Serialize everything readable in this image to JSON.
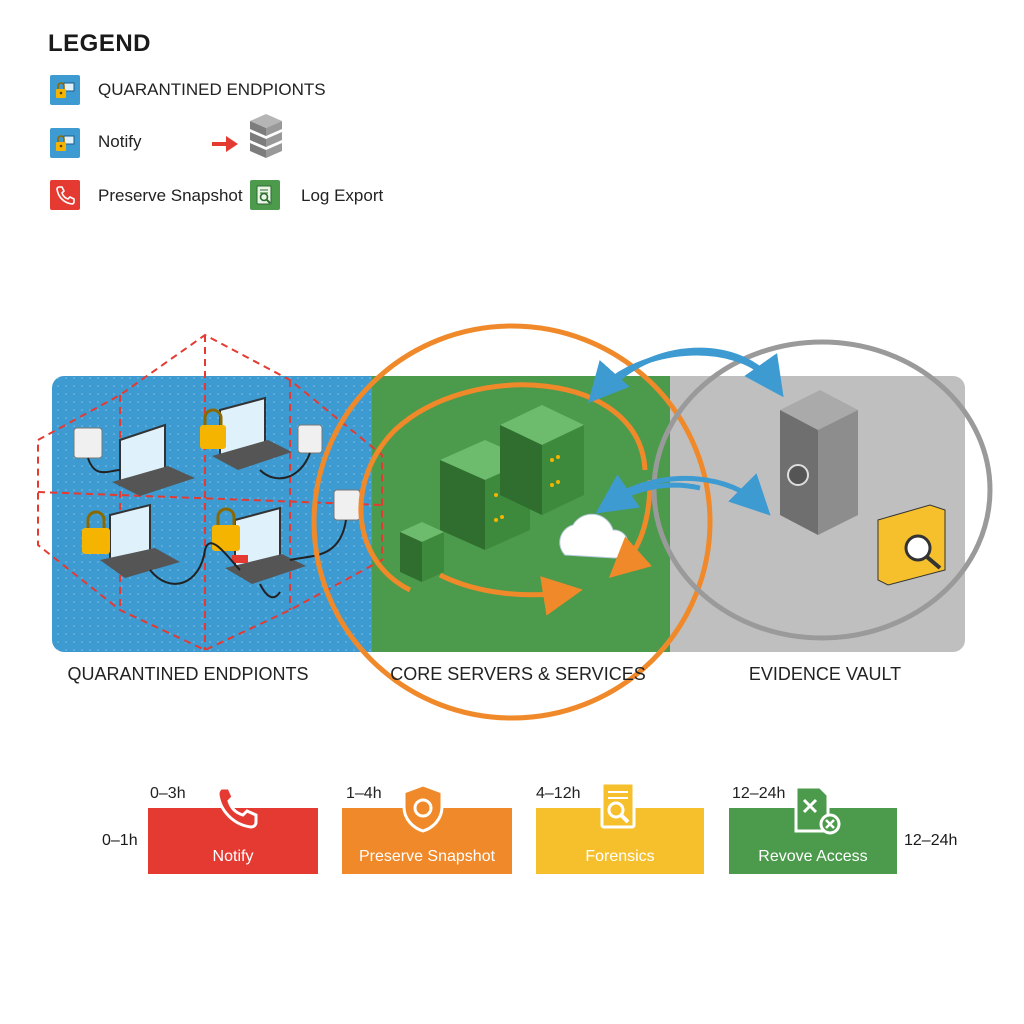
{
  "legend": {
    "title": "LEGEND",
    "items": [
      {
        "label": "QUARANTINED ENDPIONTS",
        "icon": "padlock-laptop-icon",
        "color": "#3d9bd2"
      },
      {
        "label": "Notify",
        "icon": "padlock-laptop-icon",
        "color": "#3d9bd2"
      },
      {
        "label": "Preserve Snapshot",
        "icon": "phone-icon",
        "color": "#e53a32"
      },
      {
        "label": "Log Export",
        "icon": "document-search-icon",
        "color": "#4c9a4c"
      }
    ],
    "arrow_icon": "red-arrow-icon",
    "server_icon": "server-stack-icon"
  },
  "zones": [
    {
      "label": "QUARANTINED ENDPIONTS",
      "color": "#3d9bd2"
    },
    {
      "label": "CORE SERVERS & SERVICES",
      "color": "#4c9a4c"
    },
    {
      "label": "EVIDENCE VAULT",
      "color": "#bfbfbf"
    }
  ],
  "timeline": {
    "start_label": "0–1h",
    "end_label": "12–24h",
    "steps": [
      {
        "time": "0–3h",
        "label": "Notify",
        "color": "#e53a32",
        "icon": "phone-icon"
      },
      {
        "time": "1–4h",
        "label": "Preserve Snapshot",
        "color": "#f0892a",
        "icon": "shield-icon"
      },
      {
        "time": "4–12h",
        "label": "Forensics",
        "color": "#f6c02d",
        "icon": "document-search-icon"
      },
      {
        "time": "12–24h",
        "label": "Revove Access",
        "color": "#4c9a4c",
        "icon": "file-revoke-icon"
      }
    ]
  }
}
